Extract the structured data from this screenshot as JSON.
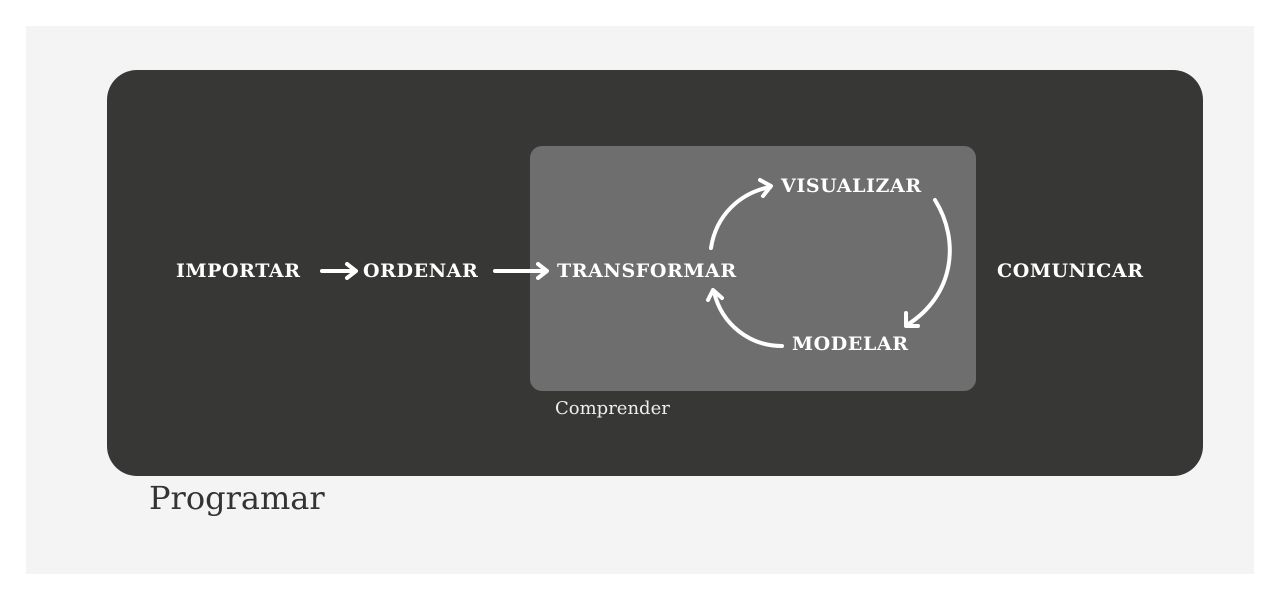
{
  "outer_label": "Programar",
  "inner_label": "Comprender",
  "steps": {
    "import": "IMPORTAR",
    "tidy": "ORDENAR",
    "transform": "TRANSFORMAR",
    "visualize": "VISUALIZAR",
    "model": "MODELAR",
    "communicate": "COMUNICAR"
  },
  "colors": {
    "outer": "#373735",
    "inner": "#6e6e6e",
    "background": "#f4f4f4",
    "arrow": "#ffffff"
  }
}
